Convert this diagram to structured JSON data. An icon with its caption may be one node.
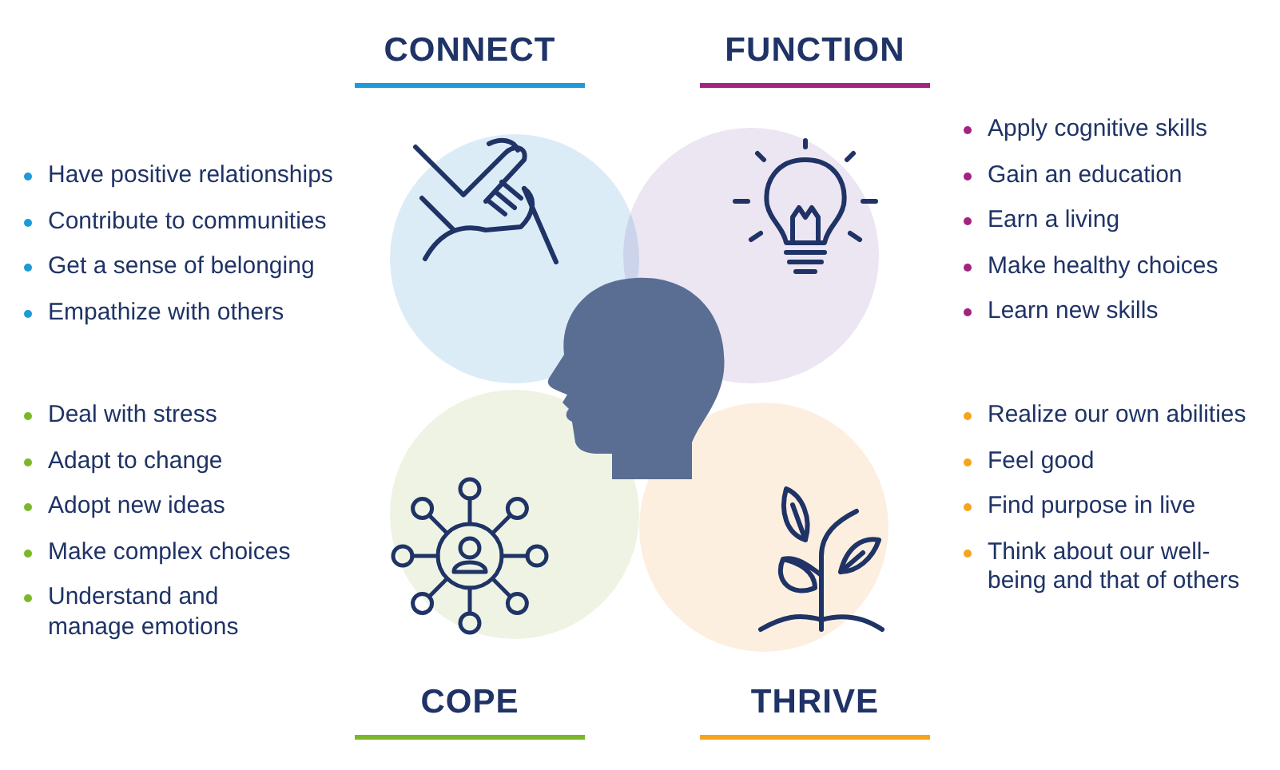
{
  "diagram": {
    "nodes": [
      {
        "text": [
          "CONNECT"
        ],
        "beside": [
          "Have positive relationships",
          "Contribute to communities",
          "Get a sense of belonging",
          "Empathize with others"
        ]
      },
      {
        "text": [
          "FUNCTION"
        ],
        "beside": [
          "Apply cognitive skills",
          "Gain an education",
          "Earn a living",
          "Make healthy choices",
          "Learn new skills"
        ]
      },
      {
        "text": [
          "COPE"
        ],
        "beside": [
          "Deal with stress",
          "Adapt to change",
          "Adopt new ideas",
          "Make complex choices",
          "Understand and manage emotions"
        ]
      },
      {
        "text": [
          "THRIVE"
        ],
        "beside": [
          "Realize our own abilities",
          "Feel good",
          "Find purpose in live",
          "Think about our well-being and that of others"
        ]
      },
      {
        "text": [],
        "shape": "head"
      }
    ]
  }
}
